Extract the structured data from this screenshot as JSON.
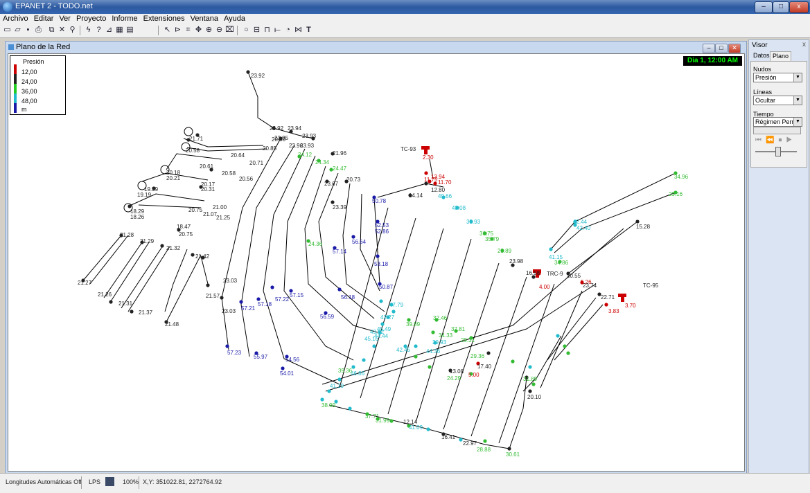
{
  "window": {
    "title": "EPANET 2 - TODO.net",
    "minimize_icon": "minimize-icon",
    "maximize_icon": "maximize-icon",
    "close_glyph": "x"
  },
  "menu": [
    "Archivo",
    "Editar",
    "Ver",
    "Proyecto",
    "Informe",
    "Extensiones",
    "Ventana",
    "Ayuda"
  ],
  "toolbar": {
    "icons": [
      "new-icon",
      "open-icon",
      "save-icon",
      "print-icon",
      "copy-icon",
      "delete-icon",
      "find-icon",
      "run-icon",
      "query-icon",
      "graph-icon",
      "table-icon",
      "options-icon",
      "select-icon",
      "select-vertex-icon",
      "select-region-icon",
      "pan-icon",
      "zoom-in-icon",
      "zoom-out-icon",
      "full-extent-icon",
      "add-junction-icon",
      "add-reservoir-icon",
      "add-tank-icon",
      "add-pipe-icon",
      "add-pump-icon",
      "add-valve-icon",
      "add-label-icon"
    ],
    "text_tool": "T"
  },
  "map_window": {
    "title": "Plano de la Red",
    "time": "Dia 1, 12:00 AM"
  },
  "legend": {
    "title": "Presión",
    "levels": [
      "12,00",
      "24,00",
      "36,00",
      "48,00"
    ],
    "unit": "m",
    "colors": [
      "#cc0000",
      "#222222",
      "#22cc22",
      "#22bbcc",
      "#1a1aa8"
    ]
  },
  "map": {
    "labels": [
      {
        "t": "23.92",
        "c": "#222"
      },
      {
        "t": "23.92",
        "c": "#222"
      },
      {
        "t": "23.94",
        "c": "#222"
      },
      {
        "t": "23.93",
        "c": "#222"
      },
      {
        "t": "23.95",
        "c": "#222"
      },
      {
        "t": "20.80",
        "c": "#222"
      },
      {
        "t": "20.85",
        "c": "#222"
      },
      {
        "t": "23.96",
        "c": "#222"
      },
      {
        "t": "23.93",
        "c": "#222"
      },
      {
        "t": "21.96",
        "c": "#222"
      },
      {
        "t": "21.71",
        "c": "#222"
      },
      {
        "t": "20.58",
        "c": "#222"
      },
      {
        "t": "20.64",
        "c": "#222"
      },
      {
        "t": "20.71",
        "c": "#222"
      },
      {
        "t": "20.61",
        "c": "#222"
      },
      {
        "t": "20.58",
        "c": "#222"
      },
      {
        "t": "20.56",
        "c": "#222"
      },
      {
        "t": "20.18",
        "c": "#222"
      },
      {
        "t": "20.21",
        "c": "#222"
      },
      {
        "t": "20.17",
        "c": "#222"
      },
      {
        "t": "20.31",
        "c": "#222"
      },
      {
        "t": "19.39",
        "c": "#222"
      },
      {
        "t": "19.19",
        "c": "#222"
      },
      {
        "t": "18.29",
        "c": "#222"
      },
      {
        "t": "18.26",
        "c": "#222"
      },
      {
        "t": "20.75",
        "c": "#222"
      },
      {
        "t": "21.00",
        "c": "#222"
      },
      {
        "t": "21.07",
        "c": "#222"
      },
      {
        "t": "21.25",
        "c": "#222"
      },
      {
        "t": "18.47",
        "c": "#222"
      },
      {
        "t": "20.75",
        "c": "#222"
      },
      {
        "t": "21.28",
        "c": "#222"
      },
      {
        "t": "21.29",
        "c": "#222"
      },
      {
        "t": "21.32",
        "c": "#222"
      },
      {
        "t": "21.42",
        "c": "#222"
      },
      {
        "t": "21.27",
        "c": "#222"
      },
      {
        "t": "21.26",
        "c": "#222"
      },
      {
        "t": "21.31",
        "c": "#222"
      },
      {
        "t": "21.37",
        "c": "#222"
      },
      {
        "t": "21.48",
        "c": "#222"
      },
      {
        "t": "23.03",
        "c": "#222"
      },
      {
        "t": "21.57",
        "c": "#222"
      },
      {
        "t": "23.03",
        "c": "#222"
      },
      {
        "t": "23.67",
        "c": "#222"
      },
      {
        "t": "23.39",
        "c": "#222"
      },
      {
        "t": "20.73",
        "c": "#222"
      },
      {
        "t": "24.34",
        "c": "#33bb33"
      },
      {
        "t": "24.47",
        "c": "#33bb33"
      },
      {
        "t": "24.12",
        "c": "#33bb33"
      },
      {
        "t": "24.36",
        "c": "#33bb33"
      },
      {
        "t": "57.14",
        "c": "#1a1aa8"
      },
      {
        "t": "56.64",
        "c": "#1a1aa8"
      },
      {
        "t": "57.15",
        "c": "#1a1aa8"
      },
      {
        "t": "56.18",
        "c": "#1a1aa8"
      },
      {
        "t": "56.59",
        "c": "#1a1aa8"
      },
      {
        "t": "57.18",
        "c": "#1a1aa8"
      },
      {
        "t": "57.22",
        "c": "#1a1aa8"
      },
      {
        "t": "57.21",
        "c": "#1a1aa8"
      },
      {
        "t": "57.23",
        "c": "#1a1aa8"
      },
      {
        "t": "55.97",
        "c": "#1a1aa8"
      },
      {
        "t": "54.56",
        "c": "#1a1aa8"
      },
      {
        "t": "54.01",
        "c": "#1a1aa8"
      },
      {
        "t": "50.78",
        "c": "#1a1aa8"
      },
      {
        "t": "52.53",
        "c": "#1a1aa8"
      },
      {
        "t": "52.86",
        "c": "#1a1aa8"
      },
      {
        "t": "53.18",
        "c": "#1a1aa8"
      },
      {
        "t": "50.87",
        "c": "#1a1aa8"
      },
      {
        "t": "TC-93",
        "c": "#222"
      },
      {
        "t": "2.30",
        "c": "#cc0000"
      },
      {
        "t": "13.94",
        "c": "#cc0000"
      },
      {
        "t": "11.70",
        "c": "#cc0000"
      },
      {
        "t": "11.75",
        "c": "#cc0000"
      },
      {
        "t": "12.80",
        "c": "#222"
      },
      {
        "t": "14.14",
        "c": "#222"
      },
      {
        "t": "49.66",
        "c": "#22bbcc"
      },
      {
        "t": "48.08",
        "c": "#22bbcc"
      },
      {
        "t": "39.93",
        "c": "#22bbcc"
      },
      {
        "t": "36.75",
        "c": "#33bb33"
      },
      {
        "t": "35.79",
        "c": "#33bb33"
      },
      {
        "t": "28.89",
        "c": "#33bb33"
      },
      {
        "t": "23.98",
        "c": "#222"
      },
      {
        "t": "16.58",
        "c": "#222"
      },
      {
        "t": "TRC-9",
        "c": "#222"
      },
      {
        "t": "4.00",
        "c": "#cc0000"
      },
      {
        "t": "20.55",
        "c": "#222"
      },
      {
        "t": "5.26",
        "c": "#cc0000"
      },
      {
        "t": "23.74",
        "c": "#222"
      },
      {
        "t": "TC-95",
        "c": "#222"
      },
      {
        "t": "22.71",
        "c": "#222"
      },
      {
        "t": "3.70",
        "c": "#cc0000"
      },
      {
        "t": "3.83",
        "c": "#cc0000"
      },
      {
        "t": "34.96",
        "c": "#33bb33"
      },
      {
        "t": "29.16",
        "c": "#33bb33"
      },
      {
        "t": "42.44",
        "c": "#22bbcc"
      },
      {
        "t": "42.40",
        "c": "#22bbcc"
      },
      {
        "t": "41.15",
        "c": "#22bbcc"
      },
      {
        "t": "34.86",
        "c": "#33bb33"
      },
      {
        "t": "15.28",
        "c": "#222"
      },
      {
        "t": "47.79",
        "c": "#22bbcc"
      },
      {
        "t": "42.27",
        "c": "#22bbcc"
      },
      {
        "t": "39.89",
        "c": "#33bb33"
      },
      {
        "t": "32.46",
        "c": "#33bb33"
      },
      {
        "t": "37.81",
        "c": "#33bb33"
      },
      {
        "t": "34.33",
        "c": "#33bb33"
      },
      {
        "t": "39.93",
        "c": "#22bbcc"
      },
      {
        "t": "29.31",
        "c": "#33bb33"
      },
      {
        "t": "29.36",
        "c": "#33bb33"
      },
      {
        "t": "17.40",
        "c": "#222"
      },
      {
        "t": "5.00",
        "c": "#cc0000"
      },
      {
        "t": "24.29",
        "c": "#33bb33"
      },
      {
        "t": "13.08",
        "c": "#222"
      },
      {
        "t": "28.88",
        "c": "#33bb33"
      },
      {
        "t": "31.89",
        "c": "#33bb33"
      },
      {
        "t": "20.10",
        "c": "#222"
      },
      {
        "t": "30.61",
        "c": "#33bb33"
      },
      {
        "t": "16.41",
        "c": "#222"
      },
      {
        "t": "22.97",
        "c": "#222"
      },
      {
        "t": "12.14",
        "c": "#222"
      },
      {
        "t": "31.99",
        "c": "#33bb33"
      },
      {
        "t": "41.09",
        "c": "#22bbcc"
      },
      {
        "t": "37.71",
        "c": "#33bb33"
      },
      {
        "t": "38.99",
        "c": "#33bb33"
      },
      {
        "t": "41.19",
        "c": "#22bbcc"
      },
      {
        "t": "46.86",
        "c": "#22bbcc"
      },
      {
        "t": "45.16",
        "c": "#22bbcc"
      },
      {
        "t": "44.44",
        "c": "#22bbcc"
      },
      {
        "t": "43.52",
        "c": "#22bbcc"
      },
      {
        "t": "45.49",
        "c": "#22bbcc"
      },
      {
        "t": "42.45",
        "c": "#22bbcc"
      },
      {
        "t": "39.36",
        "c": "#33bb33"
      },
      {
        "t": "44.36",
        "c": "#22bbcc"
      },
      {
        "t": "43.64",
        "c": "#22bbcc"
      },
      {
        "t": "29.92",
        "c": "#33bb33"
      }
    ]
  },
  "visor": {
    "title": "Visor",
    "close_glyph": "x",
    "tabs": [
      "Datos",
      "Plano"
    ],
    "nodes_label": "Nudos",
    "nodes_value": "Presión",
    "links_label": "Líneas",
    "links_value": "Ocultar",
    "time_label": "Tiempo",
    "time_value": "Régimen Perma"
  },
  "status": {
    "auto_length": "Longitudes Automáticas Off",
    "flow_units": "LPS",
    "zoom": "100%",
    "xy": "X,Y: 351022.81, 2272764.92"
  }
}
